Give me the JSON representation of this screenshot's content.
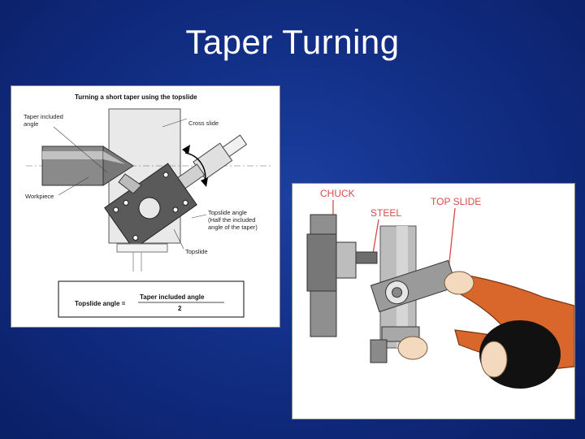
{
  "slide": {
    "title": "Taper Turning"
  },
  "left_diagram": {
    "heading": "Turning a short taper using the topslide",
    "labels": {
      "taper_included_angle_line1": "Taper included",
      "taper_included_angle_line2": "angle",
      "cross_slide": "Cross slide",
      "workpiece": "Workpiece",
      "topslide_angle_line1": "Topslide angle",
      "topslide_angle_line2": "(Half the included",
      "topslide_angle_line3": "angle of the taper)",
      "topslide": "Topslide"
    },
    "formula": {
      "lhs": "Topslide angle =",
      "numerator": "Taper included angle",
      "denominator": "2"
    }
  },
  "right_diagram": {
    "labels": {
      "chuck": "CHUCK",
      "steel": "STEEL",
      "top_slide": "TOP SLIDE"
    }
  },
  "colors": {
    "background": "#122f86",
    "label_red": "#d94a4a",
    "arm_orange": "#d9662a"
  }
}
